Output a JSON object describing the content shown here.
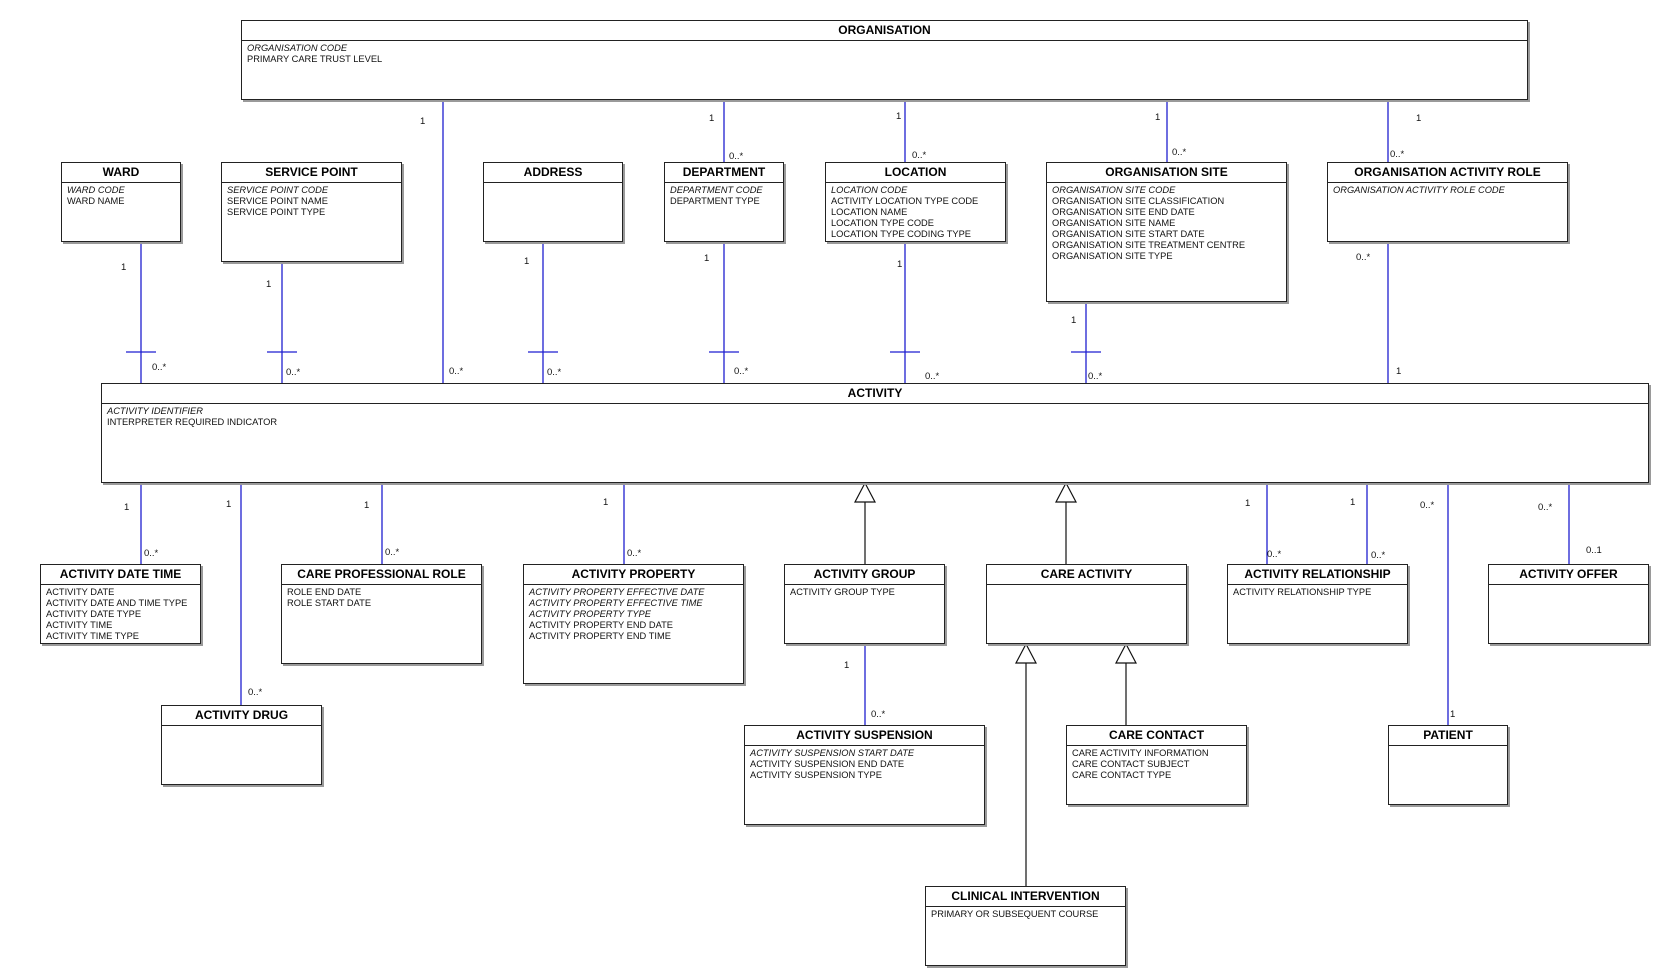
{
  "colors": {
    "relation_line": "#1f1fd0",
    "generalization_line": "#111111",
    "border": "#222222"
  },
  "entities": [
    {
      "id": "organisation",
      "name": "ORGANISATION",
      "attrs": [
        {
          "t": "ORGANISATION CODE",
          "key": true
        },
        {
          "t": "PRIMARY CARE TRUST LEVEL",
          "key": false
        }
      ]
    },
    {
      "id": "ward",
      "name": "WARD",
      "attrs": [
        {
          "t": "WARD CODE",
          "key": true
        },
        {
          "t": "WARD NAME",
          "key": false
        }
      ]
    },
    {
      "id": "service-point",
      "name": "SERVICE POINT",
      "attrs": [
        {
          "t": "SERVICE POINT CODE",
          "key": true
        },
        {
          "t": "SERVICE POINT NAME",
          "key": false
        },
        {
          "t": "SERVICE POINT TYPE",
          "key": false
        }
      ]
    },
    {
      "id": "address",
      "name": "ADDRESS",
      "attrs": []
    },
    {
      "id": "department",
      "name": "DEPARTMENT",
      "attrs": [
        {
          "t": "DEPARTMENT CODE",
          "key": true
        },
        {
          "t": "DEPARTMENT TYPE",
          "key": false
        }
      ]
    },
    {
      "id": "location",
      "name": "LOCATION",
      "attrs": [
        {
          "t": "LOCATION CODE",
          "key": true
        },
        {
          "t": "ACTIVITY LOCATION TYPE CODE",
          "key": false
        },
        {
          "t": "LOCATION NAME",
          "key": false
        },
        {
          "t": "LOCATION TYPE CODE",
          "key": false
        },
        {
          "t": "LOCATION TYPE CODING TYPE",
          "key": false
        }
      ]
    },
    {
      "id": "organisation-site",
      "name": "ORGANISATION SITE",
      "attrs": [
        {
          "t": "ORGANISATION SITE CODE",
          "key": true
        },
        {
          "t": "ORGANISATION SITE CLASSIFICATION",
          "key": false
        },
        {
          "t": "ORGANISATION SITE END DATE",
          "key": false
        },
        {
          "t": "ORGANISATION SITE NAME",
          "key": false
        },
        {
          "t": "ORGANISATION SITE START DATE",
          "key": false
        },
        {
          "t": "ORGANISATION SITE TREATMENT CENTRE",
          "key": false
        },
        {
          "t": "ORGANISATION SITE TYPE",
          "key": false
        }
      ]
    },
    {
      "id": "organisation-activity-role",
      "name": "ORGANISATION ACTIVITY ROLE",
      "attrs": [
        {
          "t": "ORGANISATION ACTIVITY ROLE CODE",
          "key": true
        }
      ]
    },
    {
      "id": "activity",
      "name": "ACTIVITY",
      "attrs": [
        {
          "t": "ACTIVITY IDENTIFIER",
          "key": true
        },
        {
          "t": "INTERPRETER REQUIRED INDICATOR",
          "key": false
        }
      ]
    },
    {
      "id": "activity-date-time",
      "name": "ACTIVITY DATE TIME",
      "attrs": [
        {
          "t": "ACTIVITY DATE",
          "key": false
        },
        {
          "t": "ACTIVITY DATE AND TIME TYPE",
          "key": false
        },
        {
          "t": "ACTIVITY DATE TYPE",
          "key": false
        },
        {
          "t": "ACTIVITY TIME",
          "key": false
        },
        {
          "t": "ACTIVITY TIME TYPE",
          "key": false
        }
      ]
    },
    {
      "id": "activity-drug",
      "name": "ACTIVITY DRUG",
      "attrs": []
    },
    {
      "id": "care-professional-role",
      "name": "CARE PROFESSIONAL ROLE",
      "attrs": [
        {
          "t": "ROLE END DATE",
          "key": false
        },
        {
          "t": "ROLE START DATE",
          "key": false
        }
      ]
    },
    {
      "id": "activity-property",
      "name": "ACTIVITY PROPERTY",
      "attrs": [
        {
          "t": "ACTIVITY PROPERTY EFFECTIVE DATE",
          "key": true
        },
        {
          "t": "ACTIVITY PROPERTY EFFECTIVE TIME",
          "key": true
        },
        {
          "t": "ACTIVITY PROPERTY TYPE",
          "key": true
        },
        {
          "t": "ACTIVITY PROPERTY END DATE",
          "key": false
        },
        {
          "t": "ACTIVITY PROPERTY END TIME",
          "key": false
        }
      ]
    },
    {
      "id": "activity-group",
      "name": "ACTIVITY GROUP",
      "attrs": [
        {
          "t": "ACTIVITY GROUP TYPE",
          "key": false
        }
      ]
    },
    {
      "id": "activity-suspension",
      "name": "ACTIVITY SUSPENSION",
      "attrs": [
        {
          "t": "ACTIVITY SUSPENSION START DATE",
          "key": true
        },
        {
          "t": "ACTIVITY SUSPENSION END DATE",
          "key": false
        },
        {
          "t": "ACTIVITY SUSPENSION TYPE",
          "key": false
        }
      ]
    },
    {
      "id": "care-activity",
      "name": "CARE ACTIVITY",
      "attrs": []
    },
    {
      "id": "care-contact",
      "name": "CARE CONTACT",
      "attrs": [
        {
          "t": "CARE ACTIVITY INFORMATION",
          "key": false
        },
        {
          "t": "CARE CONTACT SUBJECT",
          "key": false
        },
        {
          "t": "CARE CONTACT TYPE",
          "key": false
        }
      ]
    },
    {
      "id": "clinical-intervention",
      "name": "CLINICAL INTERVENTION",
      "attrs": [
        {
          "t": "PRIMARY OR SUBSEQUENT COURSE",
          "key": false
        }
      ]
    },
    {
      "id": "activity-relationship",
      "name": "ACTIVITY RELATIONSHIP",
      "attrs": [
        {
          "t": "ACTIVITY RELATIONSHIP TYPE",
          "key": false
        }
      ]
    },
    {
      "id": "patient",
      "name": "PATIENT",
      "attrs": []
    },
    {
      "id": "activity-offer",
      "name": "ACTIVITY OFFER",
      "attrs": []
    }
  ],
  "relationships": [
    {
      "from": "organisation",
      "to": "activity",
      "from_mult": "1",
      "to_mult": "0..*"
    },
    {
      "from": "organisation",
      "to": "department",
      "from_mult": "1",
      "to_mult": "0..*"
    },
    {
      "from": "organisation",
      "to": "location",
      "from_mult": "1",
      "to_mult": "0..*"
    },
    {
      "from": "organisation",
      "to": "organisation-site",
      "from_mult": "1",
      "to_mult": "0..*"
    },
    {
      "from": "organisation",
      "to": "organisation-activity-role",
      "from_mult": "1",
      "to_mult": "0..*"
    },
    {
      "from": "ward",
      "to": "activity",
      "from_mult": "1",
      "to_mult": "0..*"
    },
    {
      "from": "service-point",
      "to": "activity",
      "from_mult": "1",
      "to_mult": "0..*"
    },
    {
      "from": "address",
      "to": "activity",
      "from_mult": "1",
      "to_mult": "0..*"
    },
    {
      "from": "department",
      "to": "activity",
      "from_mult": "1",
      "to_mult": "0..*"
    },
    {
      "from": "location",
      "to": "activity",
      "from_mult": "1",
      "to_mult": "0..*"
    },
    {
      "from": "organisation-site",
      "to": "activity",
      "from_mult": "1",
      "to_mult": "0..*"
    },
    {
      "from": "organisation-activity-role",
      "to": "activity",
      "from_mult": "0..*",
      "to_mult": "1"
    },
    {
      "from": "activity",
      "to": "activity-date-time",
      "from_mult": "1",
      "to_mult": "0..*"
    },
    {
      "from": "activity",
      "to": "activity-drug",
      "from_mult": "1",
      "to_mult": "0..*"
    },
    {
      "from": "activity",
      "to": "care-professional-role",
      "from_mult": "1",
      "to_mult": "0..*"
    },
    {
      "from": "activity",
      "to": "activity-property",
      "from_mult": "1",
      "to_mult": "0..*"
    },
    {
      "from": "activity",
      "to": "activity-relationship",
      "from_mult": "1",
      "to_mult": "0..*"
    },
    {
      "from": "activity",
      "to": "activity-relationship",
      "from_mult": "1",
      "to_mult": "0..*"
    },
    {
      "from": "activity",
      "to": "patient",
      "from_mult": "0..*",
      "to_mult": "1"
    },
    {
      "from": "activity",
      "to": "activity-offer",
      "from_mult": "0..*",
      "to_mult": "0..1"
    },
    {
      "from": "activity-group",
      "to": "activity-suspension",
      "from_mult": "1",
      "to_mult": "0..*"
    }
  ],
  "generalizations": [
    {
      "child": "activity-group",
      "parent": "activity"
    },
    {
      "child": "care-activity",
      "parent": "activity"
    },
    {
      "child": "clinical-intervention",
      "parent": "care-activity"
    },
    {
      "child": "care-contact",
      "parent": "care-activity"
    }
  ]
}
